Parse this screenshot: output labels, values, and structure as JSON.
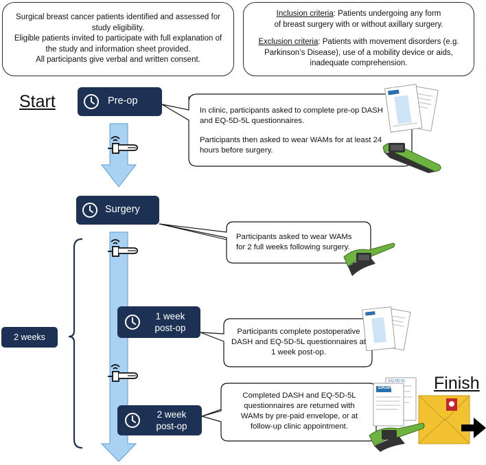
{
  "top_left_box": {
    "lines": [
      "Surgical breast cancer patients identified and assessed for",
      "study eligibility.",
      "Eligible patients invited to participate with full explanation of",
      "the study and information sheet provided.",
      "All participants give verbal and written consent."
    ]
  },
  "top_right_box": {
    "inclusion_label": "Inclusion criteria",
    "inclusion_text_1": ":  Patients undergoing any form",
    "inclusion_text_2": "of breast surgery with or without axillary surgery.",
    "exclusion_label": "Exclusion criteria",
    "exclusion_text_1": ": Patients with movement disorders (e.g.",
    "exclusion_text_2": "Parkinson’s Disease), use of a mobility device or aids,",
    "exclusion_text_3": "inadequate comprehension."
  },
  "start_label": "Start",
  "finish_label": "Finish",
  "two_weeks_label": "2 weeks",
  "stages": {
    "preop": "Pre-op",
    "surgery": "Surgery",
    "week1_line1": "1 week",
    "week1_line2": "post-op",
    "week2_line1": "2 week",
    "week2_line2": "post-op"
  },
  "bubbles": {
    "b1_line1": "In clinic, participants asked to complete pre-op DASH",
    "b1_line2": "and EQ-5D-5L questionnaires.",
    "b1_line3": "Participants then asked to wear WAMs for at least 24",
    "b1_line4": "hours before surgery.",
    "b2_line1": "Participants asked to wear WAMs",
    "b2_line2": "for 2 full weeks following surgery.",
    "b3_line1": "Participants complete postoperative",
    "b3_line2": "DASH and EQ-5D-5L questionnaires at",
    "b3_line3": "1 week post-op.",
    "b4_line1": "Completed DASH and EQ-5D-5L",
    "b4_line2": "questionnaires are returned with",
    "b4_line3": "WAMs by pre-paid envelope, or at",
    "b4_line4": "follow-up clinic appointment."
  },
  "docs": {
    "dash_title": "DASH",
    "eq_title": "EQ-5D-5L"
  },
  "colors": {
    "navy": "#1d3154",
    "arrow_fill": "#a9d2f2",
    "arrow_stroke": "#5a9bd5",
    "wam_green": "#6db33f",
    "wam_dark": "#333333",
    "envelope": "#f2c230"
  },
  "icons": [
    "clock-icon",
    "wearable-wrist-icon",
    "questionnaire-icon",
    "wam-device-icon",
    "envelope-icon",
    "arrow-right-icon"
  ]
}
